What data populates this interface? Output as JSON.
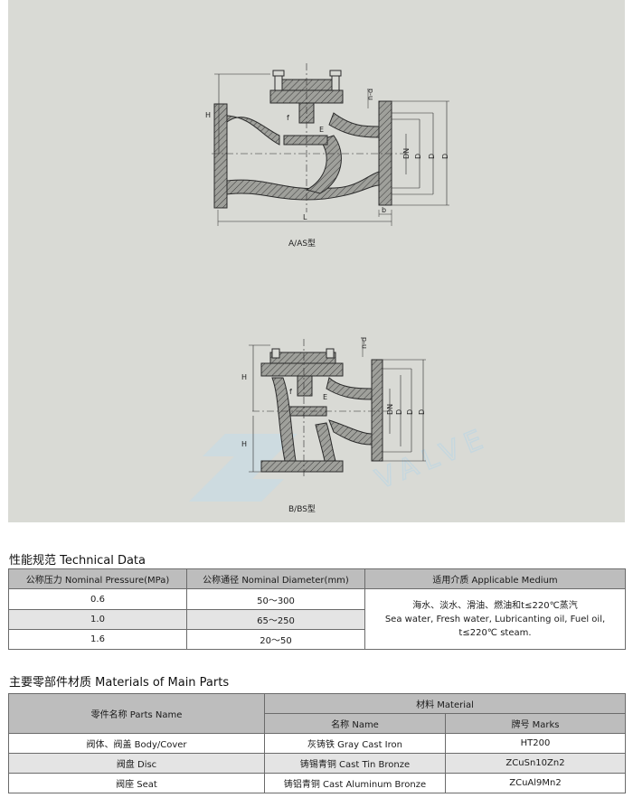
{
  "drawings": {
    "top_caption": "A/AS型",
    "bottom_caption": "B/BS型",
    "dimension_labels": {
      "H": "H",
      "L": "L",
      "b": "b",
      "n_d": "n-d",
      "DN": "DN",
      "D": "D",
      "D1": "D",
      "D2": "D",
      "f": "f",
      "E": "E",
      "H1": "H"
    },
    "watermark": "VALVE"
  },
  "technical": {
    "title": "性能规范 Technical Data",
    "headers": [
      "公称压力 Nominal Pressure(MPa)",
      "公称通径 Nominal Diameter(mm)",
      "适用介质 Applicable Medium"
    ],
    "rows": [
      {
        "pressure": "0.6",
        "diameter": "50～300"
      },
      {
        "pressure": "1.0",
        "diameter": "65～250"
      },
      {
        "pressure": "1.6",
        "diameter": "20～50"
      }
    ],
    "medium_lines": [
      "海水、淡水、滑油、燃油和t≤220℃蒸汽",
      "Sea water, Fresh water, Lubricanting oil, Fuel oil,",
      "t≤220℃ steam."
    ]
  },
  "materials": {
    "title": "主要零部件材质 Materials of Main Parts",
    "part_header": "零件名称 Parts Name",
    "material_header": "材料 Material",
    "name_header": "名称 Name",
    "marks_header": "牌号 Marks",
    "rows": [
      {
        "part": "阀体、阀盖 Body/Cover",
        "name": "灰铸铁 Gray Cast Iron",
        "mark": "HT200"
      },
      {
        "part": "阀盘 Disc",
        "name": "铸锡青铜 Cast Tin Bronze",
        "mark": "ZCuSn10Zn2"
      },
      {
        "part": "阀座 Seat",
        "name": "铸铝青铜 Cast Aluminum Bronze",
        "mark": "ZCuAl9Mn2"
      }
    ]
  }
}
